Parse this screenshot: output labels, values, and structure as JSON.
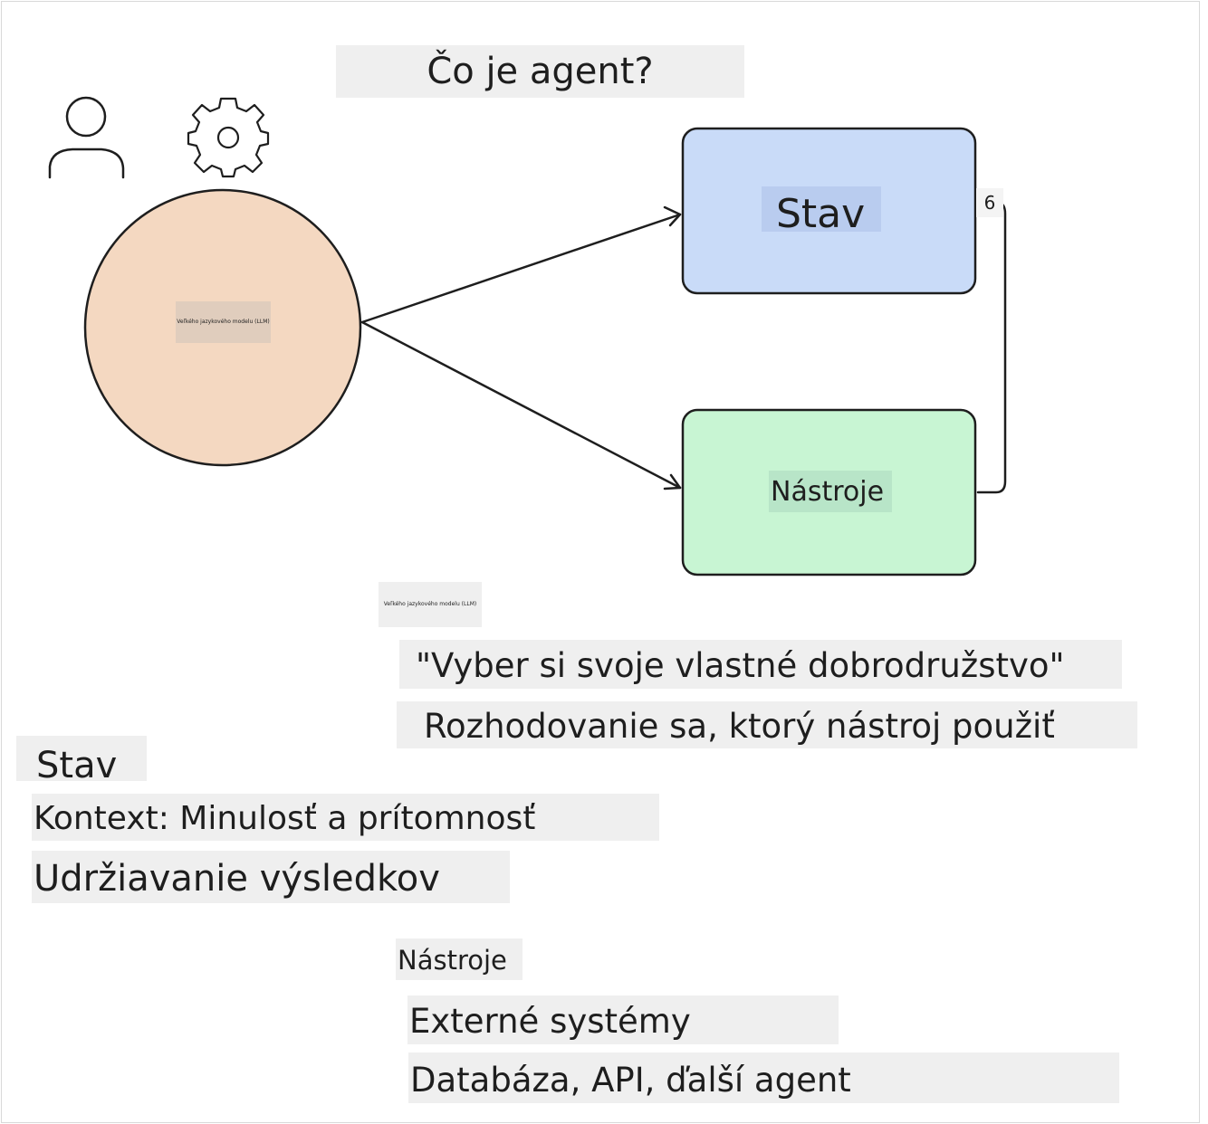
{
  "title": "Čo je agent?",
  "llm": {
    "circle_label": "Veľkého jazykového modelu (LLM)",
    "floating_label": "Veľkého jazykového modelu (LLM)"
  },
  "nodes": {
    "state_label": "Stav",
    "tools_label": "Nástroje",
    "connector_number": "6"
  },
  "notes": {
    "choose_adventure": "\"Vyber si svoje vlastné dobrodružstvo\"",
    "deciding_tool": "Rozhodovanie sa, ktorý nástroj použiť",
    "state_heading": "Stav",
    "context": "Kontext: Minulosť a prítomnosť",
    "retaining_results": "Udržiavanie výsledkov",
    "tools_heading": "Nástroje",
    "external_systems": "Externé systémy",
    "databases_apis": "Databáza, API, ďalší agent"
  },
  "colors": {
    "llm_circle": "#f4d8c1",
    "state_box": "#c9dbf8",
    "tools_box": "#c8f5d3",
    "stroke": "#1e1e1e",
    "label_bg": "#efefef"
  },
  "icons": [
    "person-icon",
    "gear-icon"
  ]
}
